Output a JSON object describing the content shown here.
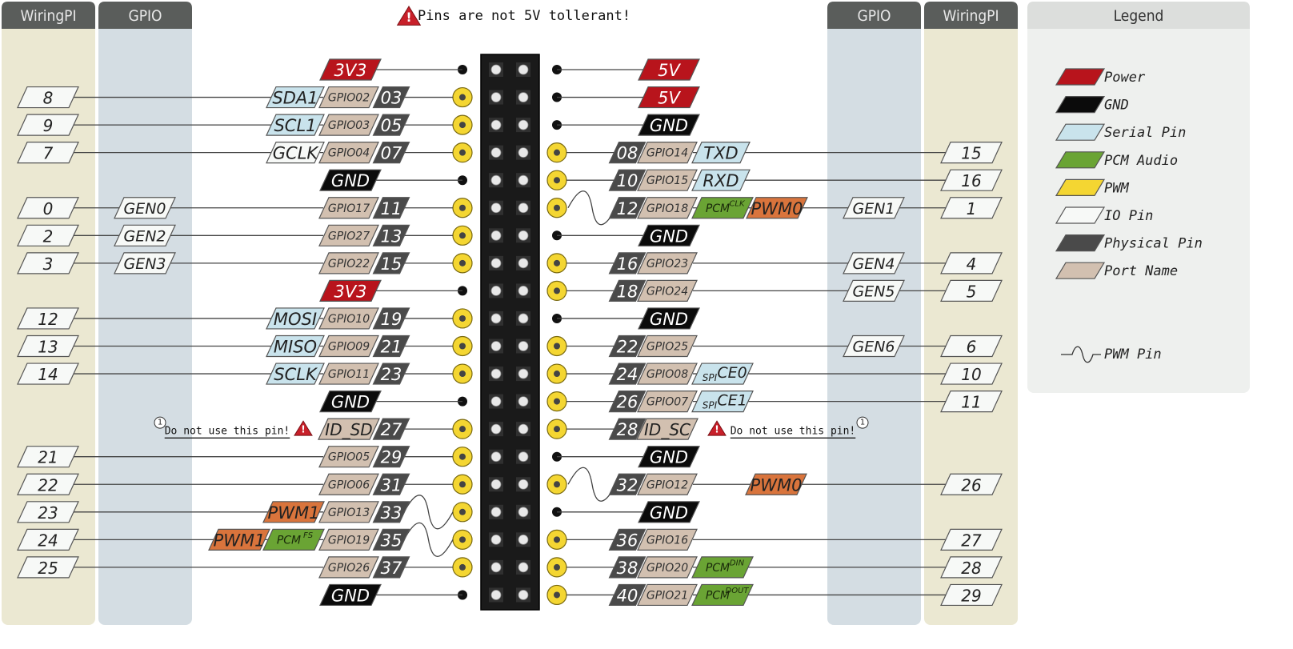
{
  "header": {
    "warning": "Pins are not 5V tollerant!",
    "left_wiringpi": "WiringPI",
    "left_gpio": "GPIO",
    "right_gpio": "GPIO",
    "right_wiringpi": "WiringPI"
  },
  "legend": {
    "title": "Legend",
    "items": [
      {
        "label": "Power",
        "color": "#b8141c"
      },
      {
        "label": "GND",
        "color": "#0b0b0b"
      },
      {
        "label": "Serial Pin",
        "color": "#c9e3ec"
      },
      {
        "label": "PCM Audio",
        "color": "#6aa434"
      },
      {
        "label": "PWM",
        "color": "#f4d632"
      },
      {
        "label": "IO Pin",
        "color": "#f7f9f7"
      },
      {
        "label": "Physical Pin",
        "color": "#4a4a4a"
      },
      {
        "label": "Port Name",
        "color": "#d2c0b0"
      }
    ],
    "pwm_pin": "PWM Pin"
  },
  "note": {
    "text": "Do not use this pin!",
    "marker": "1"
  },
  "left_rows": [
    {
      "type": "power",
      "label": "3V3"
    },
    {
      "pin": "03",
      "port": "GPIO02",
      "alt": "SDA1",
      "alt_type": "serial",
      "wpi": "8"
    },
    {
      "pin": "05",
      "port": "GPIO03",
      "alt": "SCL1",
      "alt_type": "serial",
      "wpi": "9"
    },
    {
      "pin": "07",
      "port": "GPIO04",
      "alt": "GCLK",
      "alt_type": "io",
      "wpi": "7"
    },
    {
      "type": "gnd",
      "label": "GND"
    },
    {
      "pin": "11",
      "port": "GPIO17",
      "gen": "GEN0",
      "wpi": "0"
    },
    {
      "pin": "13",
      "port": "GPIO27",
      "gen": "GEN2",
      "wpi": "2"
    },
    {
      "pin": "15",
      "port": "GPIO22",
      "gen": "GEN3",
      "wpi": "3"
    },
    {
      "type": "power",
      "label": "3V3"
    },
    {
      "pin": "19",
      "port": "GPIO10",
      "alt": "MOSI",
      "alt_type": "serial",
      "wpi": "12"
    },
    {
      "pin": "21",
      "port": "GPIO09",
      "alt": "MISO",
      "alt_type": "serial",
      "wpi": "13"
    },
    {
      "pin": "23",
      "port": "GPIO11",
      "alt": "SCLK",
      "alt_type": "serial",
      "wpi": "14"
    },
    {
      "type": "gnd",
      "label": "GND"
    },
    {
      "pin": "27",
      "port": "ID_SD",
      "note": true
    },
    {
      "pin": "29",
      "port": "GPIO05",
      "wpi": "21"
    },
    {
      "pin": "31",
      "port": "GPIO06",
      "wpi": "22"
    },
    {
      "pin": "33",
      "port": "GPIO13",
      "pwm": "PWM1",
      "pwm_wave": true,
      "wpi": "23"
    },
    {
      "pin": "35",
      "port": "GPIO19",
      "pwm": "PWM1",
      "pcm": "PCM",
      "pcm_sup": "FS",
      "pwm_wave": true,
      "wpi": "24"
    },
    {
      "pin": "37",
      "port": "GPIO26",
      "wpi": "25"
    },
    {
      "type": "gnd",
      "label": "GND"
    }
  ],
  "right_rows": [
    {
      "type": "power",
      "label": "5V"
    },
    {
      "type": "power",
      "label": "5V"
    },
    {
      "type": "gnd",
      "label": "GND"
    },
    {
      "pin": "08",
      "port": "GPIO14",
      "alt": "TXD",
      "alt_type": "serial",
      "wpi": "15"
    },
    {
      "pin": "10",
      "port": "GPIO15",
      "alt": "RXD",
      "alt_type": "serial",
      "wpi": "16"
    },
    {
      "pin": "12",
      "port": "GPIO18",
      "pcm": "PCM",
      "pcm_sup": "CLK",
      "pwm": "PWM0",
      "pwm_wave": true,
      "gen": "GEN1",
      "wpi": "1"
    },
    {
      "type": "gnd",
      "label": "GND"
    },
    {
      "pin": "16",
      "port": "GPIO23",
      "gen": "GEN4",
      "wpi": "4"
    },
    {
      "pin": "18",
      "port": "GPIO24",
      "gen": "GEN5",
      "wpi": "5"
    },
    {
      "type": "gnd",
      "label": "GND"
    },
    {
      "pin": "22",
      "port": "GPIO25",
      "gen": "GEN6",
      "wpi": "6"
    },
    {
      "pin": "24",
      "port": "GPIO08",
      "spi": "SPI",
      "spi_label": "CE0",
      "wpi": "10"
    },
    {
      "pin": "26",
      "port": "GPIO07",
      "spi": "SPI",
      "spi_label": "CE1",
      "wpi": "11"
    },
    {
      "pin": "28",
      "port": "ID_SC",
      "note": true
    },
    {
      "type": "gnd",
      "label": "GND"
    },
    {
      "pin": "32",
      "port": "GPIO12",
      "pwm": "PWM0",
      "pwm_wave": true,
      "wpi": "26"
    },
    {
      "type": "gnd",
      "label": "GND"
    },
    {
      "pin": "36",
      "port": "GPIO16",
      "wpi": "27"
    },
    {
      "pin": "38",
      "port": "GPIO20",
      "pcm": "PCM",
      "pcm_sup": "DIN",
      "wpi": "28"
    },
    {
      "pin": "40",
      "port": "GPIO21",
      "pcm": "PCM",
      "pcm_sup": "DOUT",
      "wpi": "29"
    }
  ]
}
